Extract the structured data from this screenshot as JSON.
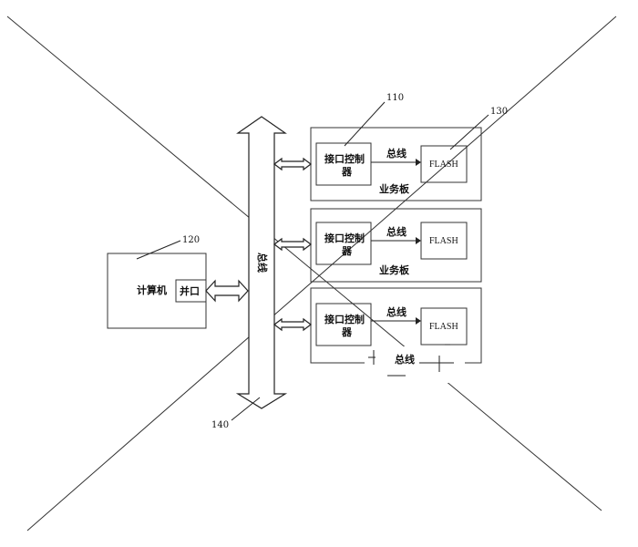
{
  "labels": {
    "bus_vertical": "总线",
    "computer": "计算机",
    "parallel_port": "并口",
    "interface_controller_line1": "接口控制",
    "interface_controller_line2": "器",
    "bus": "总线",
    "flash": "FLASH",
    "business_board": "业务板"
  },
  "reference_numbers": {
    "interface_controller": "110",
    "computer": "120",
    "flash": "130",
    "bus": "140"
  }
}
